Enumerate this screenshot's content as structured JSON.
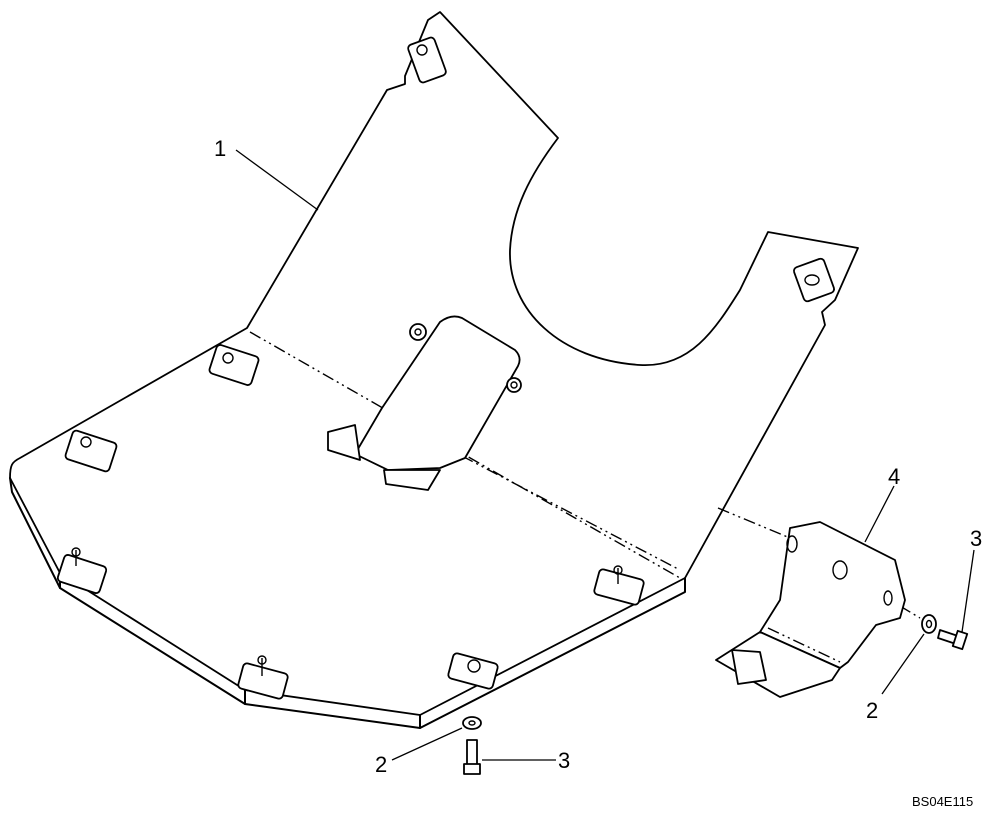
{
  "callouts": {
    "part_1": "1",
    "part_2_lower": "2",
    "part_3_lower": "3",
    "part_4": "4",
    "part_3_right": "3",
    "part_2_right": "2"
  },
  "drawing_code": "BS04E115"
}
